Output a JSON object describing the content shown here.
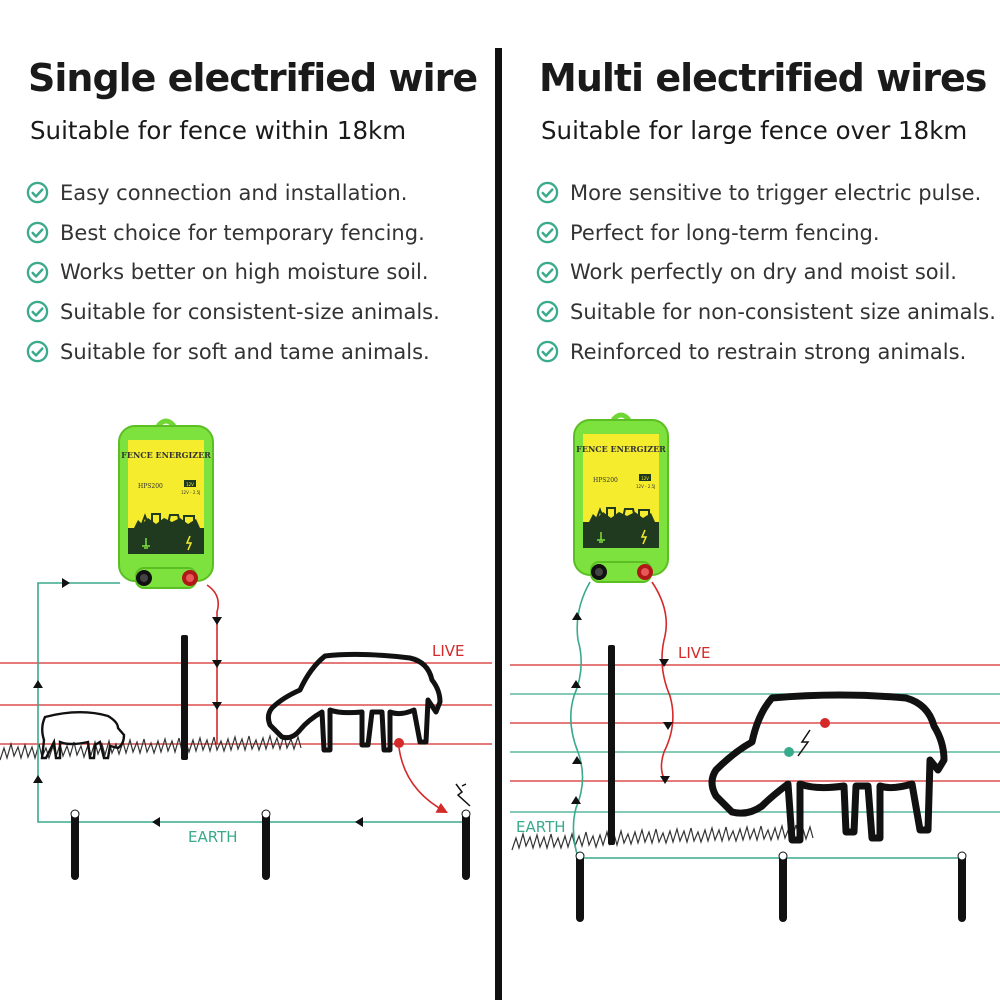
{
  "left": {
    "title": "Single electrified wire",
    "subtitle": "Suitable for fence within 18km",
    "features": [
      "Easy connection and installation.",
      "Best choice for temporary fencing.",
      "Works better on high moisture soil.",
      "Suitable for consistent-size animals.",
      "Suitable for soft and tame animals."
    ],
    "live_label": "LIVE",
    "earth_label": "EARTH"
  },
  "right": {
    "title": "Multi electrified wires",
    "subtitle": "Suitable for large fence over 18km",
    "features": [
      "More sensitive to trigger electric pulse.",
      "Perfect for long-term fencing.",
      "Work perfectly on dry and moist soil.",
      "Suitable for non-consistent size animals.",
      "Reinforced to restrain strong animals."
    ],
    "live_label": "LIVE",
    "earth_label": "EARTH"
  },
  "device": {
    "name": "FENCE ENERGIZER",
    "model": "HPS200",
    "battery": "12V",
    "spec": "12V - 2.5J"
  },
  "colors": {
    "live_wire": "#d42a2a",
    "earth_wire": "#3aaa8c",
    "check": "#3aaa8c",
    "device_body": "#7ee23e",
    "device_panel": "#f4ec2c"
  },
  "icons": [
    "check-circle-icon",
    "animal-silhouettes-icon",
    "lightning-spark-icon"
  ]
}
